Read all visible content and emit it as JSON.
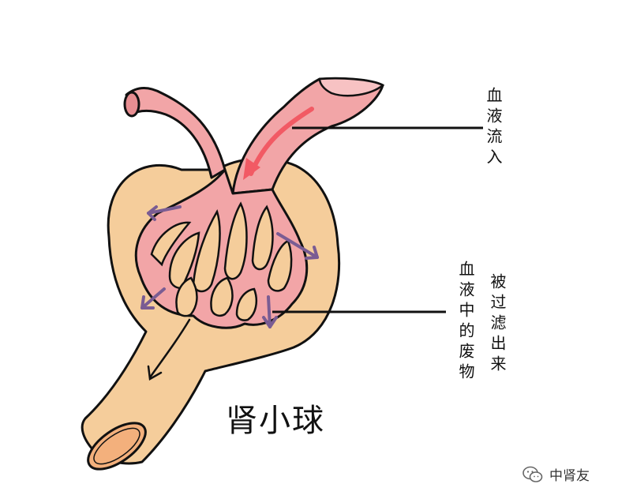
{
  "labels": {
    "blood_inflow": "血液流入",
    "waste_line1": "血液中的废物",
    "waste_line2": "被过滤出来"
  },
  "title": "肾小球",
  "watermark": {
    "text": "中肾友",
    "icon": "wechat-icon"
  },
  "colors": {
    "capsule": "#f5cd9b",
    "vessel": "#f2a5a7",
    "vessel_dark": "#e88e92",
    "arrow_red": "#f25a64",
    "arrow_purple": "#7a5c93",
    "outline": "#111111",
    "tube_end": "#f3b07c"
  }
}
